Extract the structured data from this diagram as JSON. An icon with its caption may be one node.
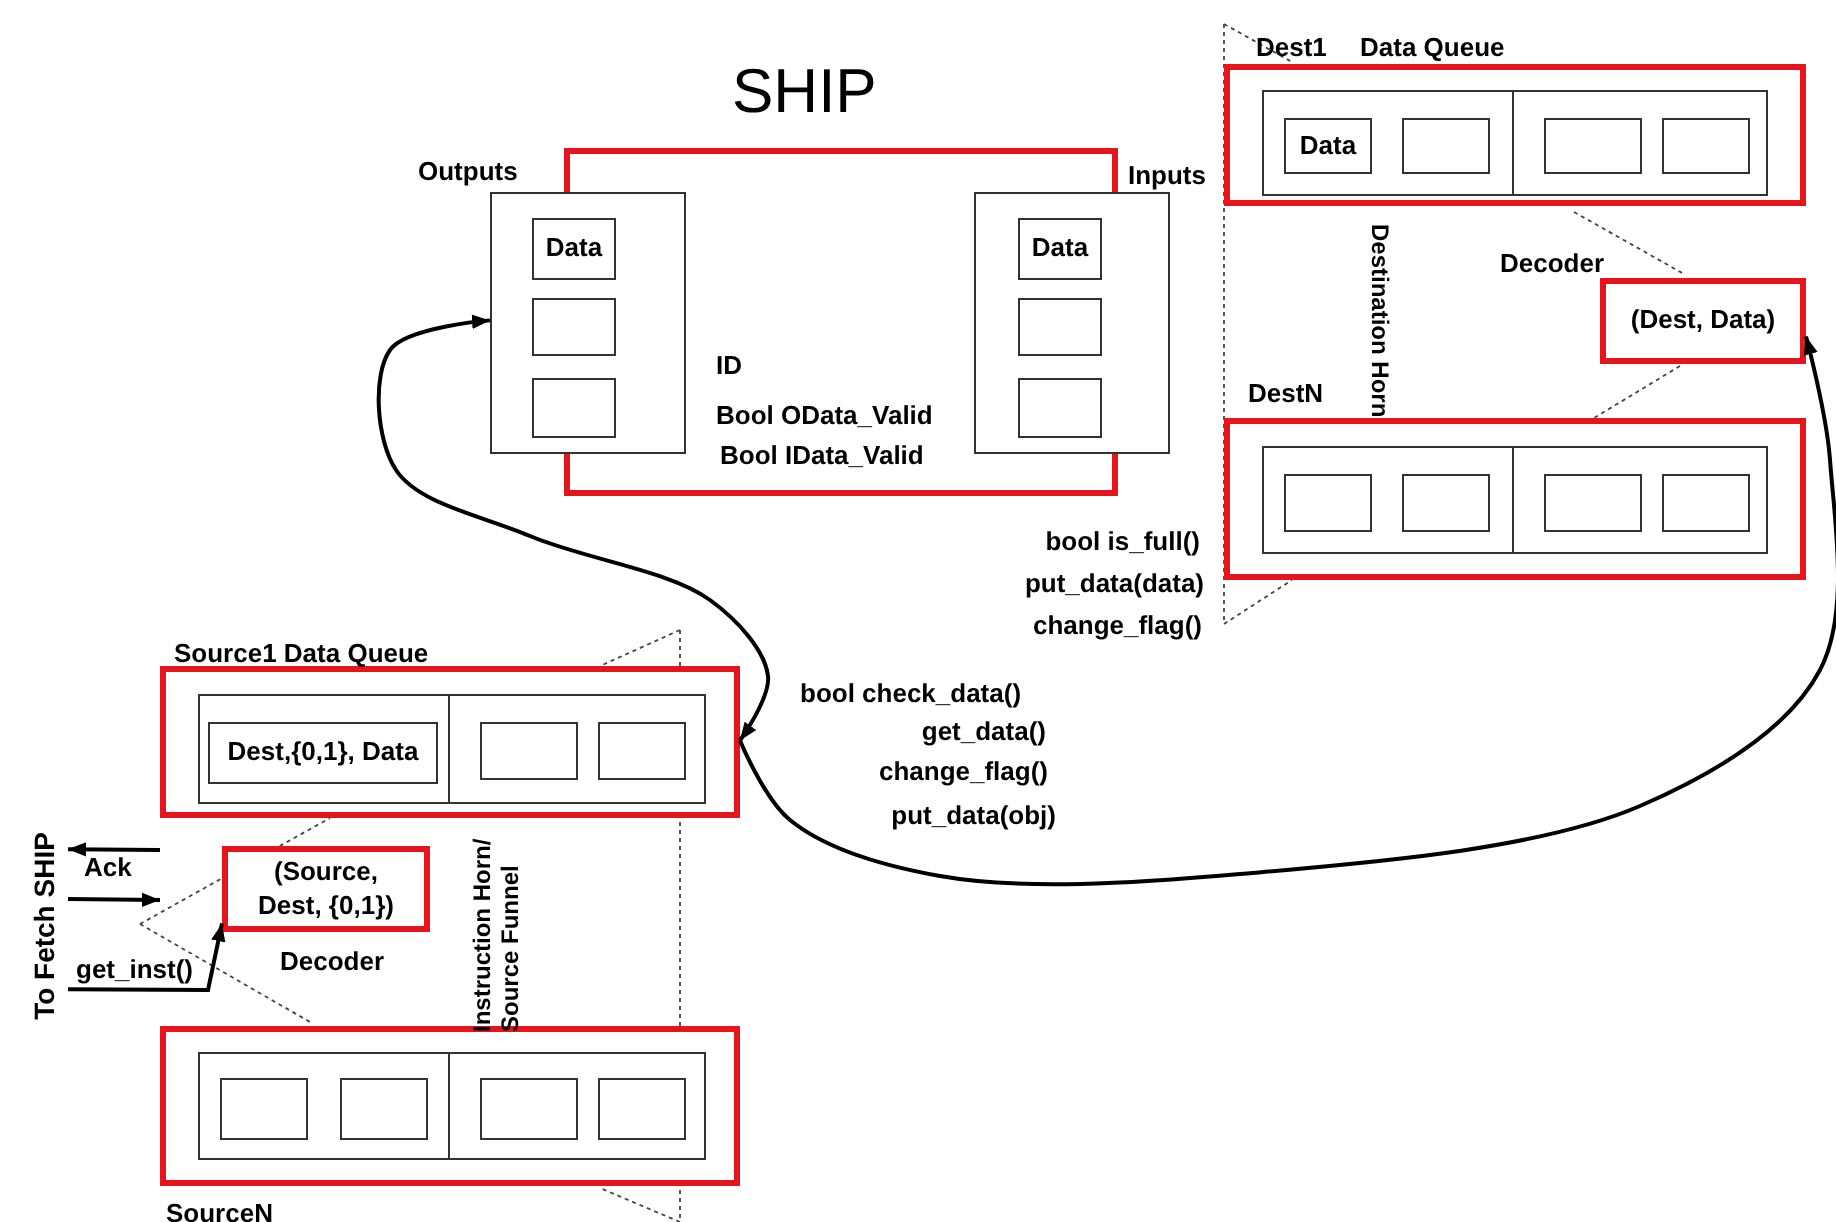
{
  "diagram": {
    "title": "SHIP",
    "nodes": [
      {
        "text": [
          "ID",
          "Bool OData_Valid",
          "Bool IData_Valid"
        ]
      },
      {
        "text": [
          "Outputs"
        ]
      },
      {
        "text": [
          "Data"
        ],
        "in": 1
      },
      {
        "text": [],
        "shape": "box",
        "in": 1
      },
      {
        "text": [],
        "shape": "box",
        "in": 1
      },
      {
        "text": [
          "Inputs"
        ]
      },
      {
        "text": [
          "Data"
        ],
        "in": 5
      },
      {
        "text": [],
        "shape": "box",
        "in": 5
      },
      {
        "text": [],
        "shape": "box",
        "in": 5
      },
      {
        "text": [
          "Dest1",
          "Data Queue"
        ]
      },
      {
        "text": [],
        "shape": "box",
        "in": 9
      },
      {
        "text": [
          "Data"
        ],
        "in": 10
      },
      {
        "text": [],
        "shape": "box",
        "in": 10
      },
      {
        "text": [],
        "shape": "box",
        "in": 10
      },
      {
        "text": [],
        "shape": "box",
        "in": 10
      },
      {
        "text": [
          "(Dest, Data)"
        ],
        "beside": [
          "Decoder"
        ]
      },
      {
        "text": [
          "DestN"
        ]
      },
      {
        "text": [],
        "shape": "box",
        "in": 16
      },
      {
        "text": [],
        "shape": "box",
        "in": 17
      },
      {
        "text": [],
        "shape": "box",
        "in": 17
      },
      {
        "text": [],
        "shape": "box",
        "in": 17
      },
      {
        "text": [],
        "shape": "box",
        "in": 17
      },
      {
        "text": [
          "Source1 Data Queue"
        ]
      },
      {
        "text": [],
        "shape": "box",
        "in": 22
      },
      {
        "text": [
          "Dest,{0,1}, Data"
        ],
        "in": 23
      },
      {
        "text": [],
        "shape": "box",
        "in": 23
      },
      {
        "text": [],
        "shape": "box",
        "in": 23
      },
      {
        "text": [
          "(Source, Dest, {0,1})"
        ],
        "beside": [
          "Decoder"
        ]
      },
      {
        "text": [
          "SourceN"
        ]
      },
      {
        "text": [],
        "shape": "box",
        "in": 28
      },
      {
        "text": [],
        "shape": "box",
        "in": 29
      },
      {
        "text": [],
        "shape": "box",
        "in": 29
      },
      {
        "text": [],
        "shape": "box",
        "in": 29
      },
      {
        "text": [],
        "shape": "box",
        "in": 29
      },
      {
        "text": [
          "To Fetch SHIP"
        ]
      }
    ],
    "edges": [
      {
        "from": 1,
        "to": 22,
        "arrow": "both"
      },
      {
        "from": 22,
        "to": 15,
        "arrow": "to"
      },
      {
        "from": null,
        "to": 34,
        "arrow": "to",
        "label": "Ack"
      },
      {
        "from": 34,
        "to": null,
        "arrow": "to"
      },
      {
        "from": 34,
        "to": 27,
        "arrow": "to",
        "label": "get_inst()"
      }
    ],
    "labels": [
      "Destination Horn",
      "bool is_full()",
      "put_data(data)",
      "change_flag()",
      "bool check_data()",
      "get_data()",
      "change_flag()",
      "put_data(obj)",
      "Instruction Horn/ Source Funnel"
    ]
  }
}
